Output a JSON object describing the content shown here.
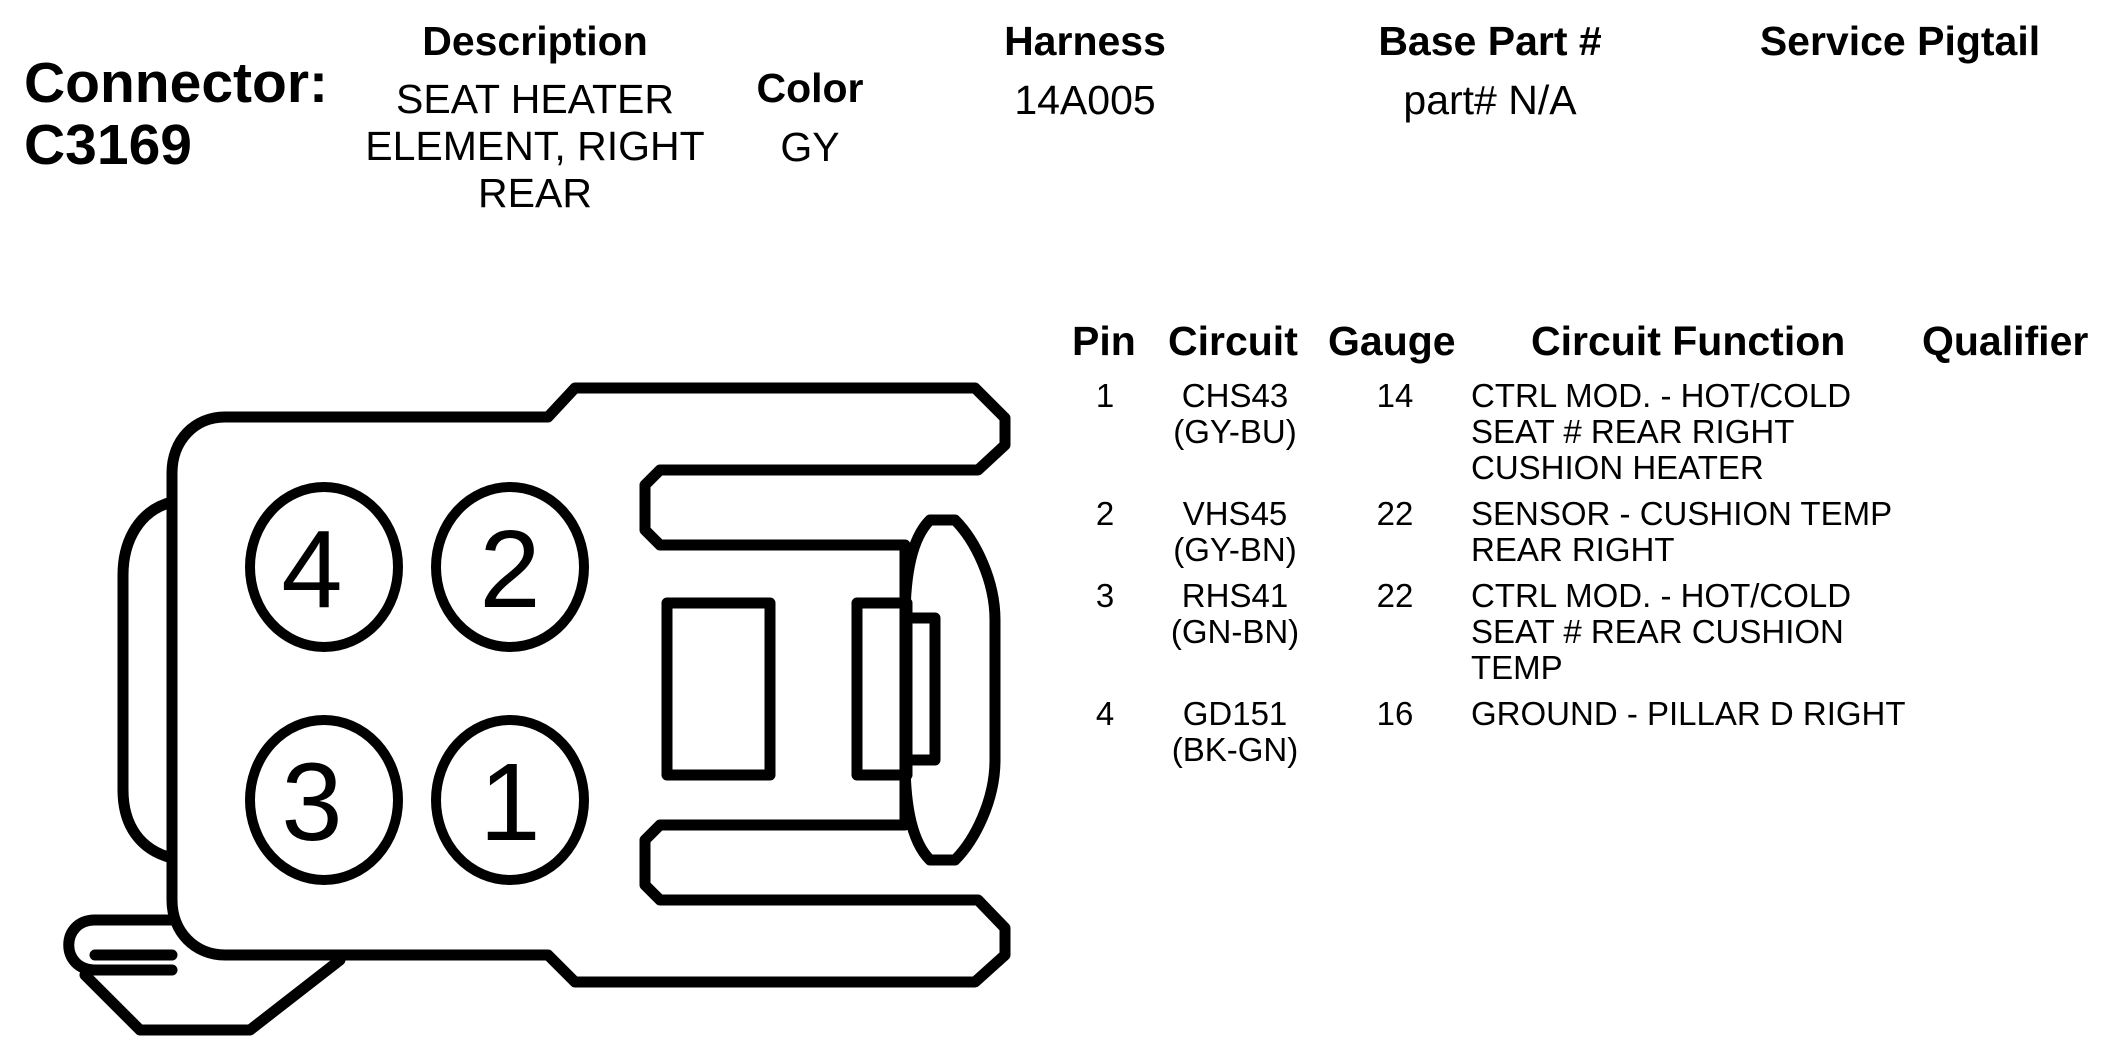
{
  "connector": {
    "label": "Connector:",
    "id": "C3169"
  },
  "header": {
    "description_label": "Description",
    "description_value": "SEAT HEATER ELEMENT, RIGHT REAR",
    "color_label": "Color",
    "color_value": "GY",
    "harness_label": "Harness",
    "harness_value": "14A005",
    "base_part_label": "Base Part #",
    "base_part_value": "part# N/A",
    "service_pigtail_label": "Service Pigtail"
  },
  "table": {
    "headers": {
      "pin": "Pin",
      "circuit": "Circuit",
      "gauge": "Gauge",
      "function": "Circuit Function",
      "qualifier": "Qualifier"
    },
    "rows": [
      {
        "pin": "1",
        "circuit": "CHS43",
        "wire": "(GY-BU)",
        "gauge": "14",
        "function": "CTRL MOD. - HOT/COLD SEAT # REAR RIGHT CUSHION HEATER"
      },
      {
        "pin": "2",
        "circuit": "VHS45",
        "wire": "(GY-BN)",
        "gauge": "22",
        "function": "SENSOR - CUSHION TEMP REAR RIGHT"
      },
      {
        "pin": "3",
        "circuit": "RHS41",
        "wire": "(GN-BN)",
        "gauge": "22",
        "function": "CTRL MOD. - HOT/COLD SEAT # REAR CUSHION TEMP"
      },
      {
        "pin": "4",
        "circuit": "GD151",
        "wire": "(BK-GN)",
        "gauge": "16",
        "function": "GROUND - PILLAR D RIGHT"
      }
    ]
  },
  "diagram": {
    "pins": [
      "4",
      "2",
      "3",
      "1"
    ]
  }
}
